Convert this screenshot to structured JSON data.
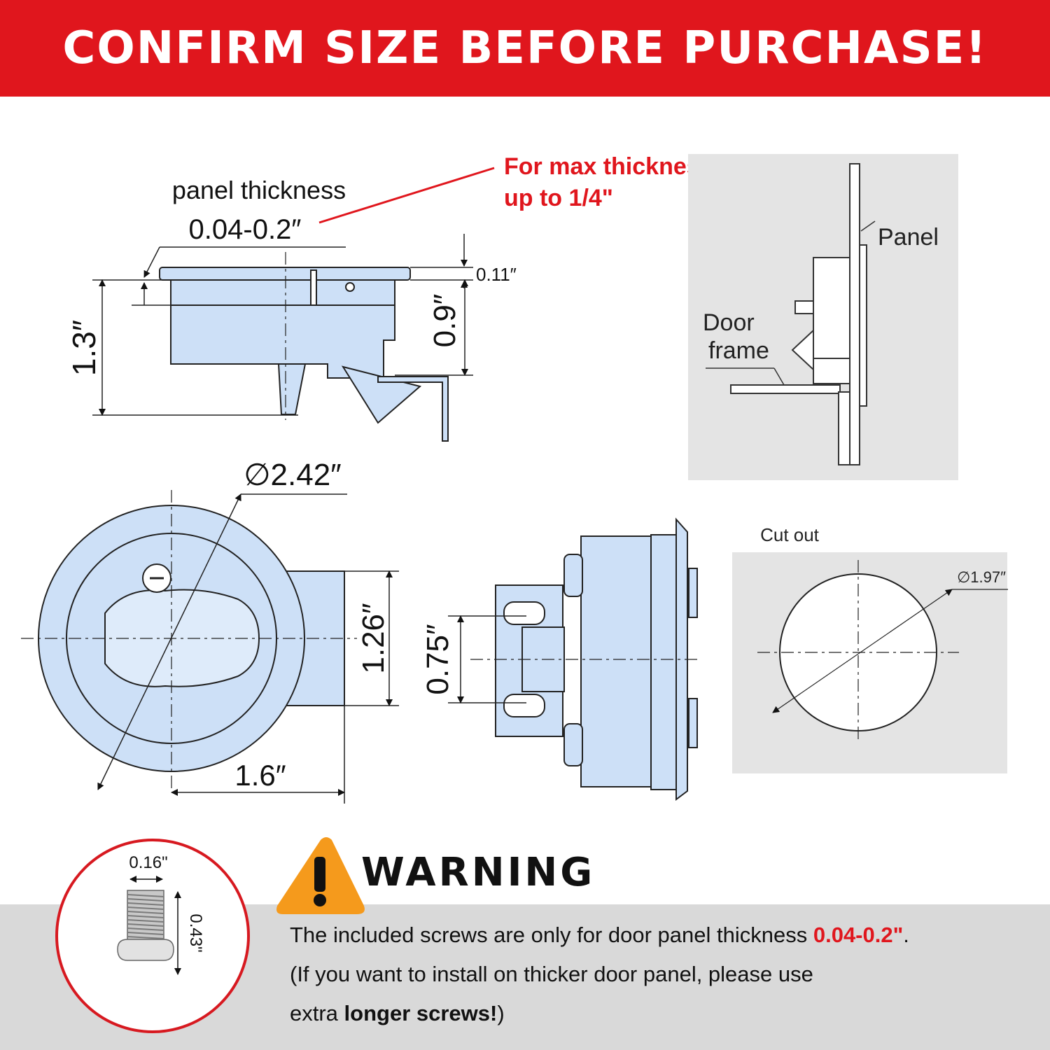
{
  "banner": {
    "title": "CONFIRM SIZE BEFORE PURCHASE!"
  },
  "side_view": {
    "panel_label": "panel thickness",
    "panel_range": "0.04-0.2″",
    "flange": "0.11″",
    "height": "1.3″",
    "body": "0.9″"
  },
  "callout": {
    "line1": "For max thicknesses",
    "line2": "up to ",
    "line2_value": "1/4\""
  },
  "section": {
    "panel": "Panel",
    "door_line1": "Door",
    "door_line2": "frame"
  },
  "front_view": {
    "diameter": "∅2.42″",
    "height": "1.26″",
    "width": "1.6″"
  },
  "back_view": {
    "spacing": "0.75″"
  },
  "cutout": {
    "title": "Cut  out",
    "diameter": "∅1.97″"
  },
  "screw": {
    "width": "0.16\"",
    "length": "0.43\""
  },
  "warning": {
    "title": "WARNING",
    "line1_a": "The included screws are only for door panel thickness ",
    "line1_b": "0.04-0.2\"",
    "line1_c": ".",
    "line2": "(If you want to install on thicker door panel, please use",
    "line3_a": "extra ",
    "line3_b": "longer screws!",
    "line3_c": ")"
  },
  "colors": {
    "banner": "#e0161d",
    "part_fill": "#cde0f7",
    "warning_icon": "#f59a1c",
    "highlight": "#e0161d",
    "band": "#d9d9d9"
  }
}
